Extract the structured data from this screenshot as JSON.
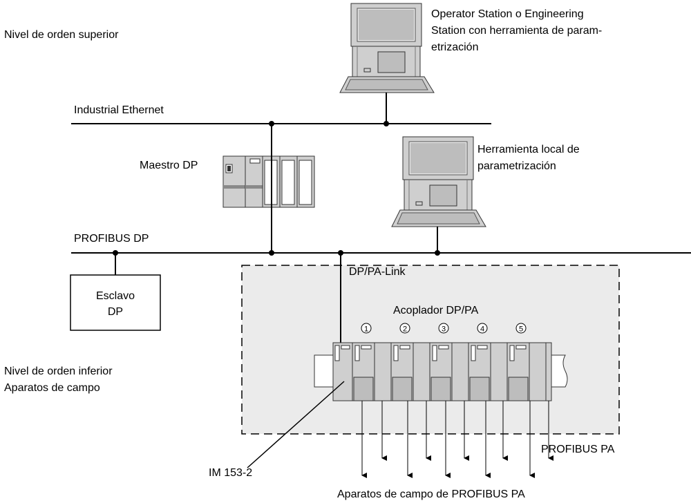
{
  "labels": {
    "upper_level": "Nivel de orden superior",
    "operator_station": "Operator Station o Engineering\nStation con herramienta de param-\netrización",
    "industrial_ethernet": "Industrial Ethernet",
    "dp_master": "Maestro DP",
    "local_tool": "Herramienta local de\nparametrización",
    "profibus_dp": "PROFIBUS DP",
    "dp_slave": "Esclavo\nDP",
    "dp_pa_link": "DP/PA-Link",
    "dp_pa_coupler": "Acoplador DP/PA",
    "lower_level": "Nivel de orden inferior\nAparatos de campo",
    "im_module": "IM 153-2",
    "profibus_pa": "PROFIBUS PA",
    "field_devices": "Aparatos de campo de PROFIBUS PA"
  },
  "couplers": [
    "1",
    "2",
    "3",
    "4",
    "5"
  ],
  "colors": {
    "device_gray": "#cfcfcf",
    "dark_gray": "#8a8a8a",
    "link_area": "#ebebeb",
    "line": "#000000"
  }
}
